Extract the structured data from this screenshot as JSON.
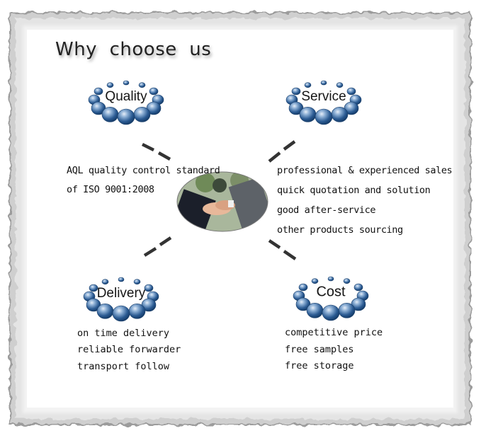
{
  "title": "Why  choose  us",
  "quality": {
    "label": "Quality",
    "lines": [
      "AQL quality control standard",
      "of ISO 9001:2008"
    ]
  },
  "service": {
    "label": "Service",
    "lines": [
      "professional & experienced sales",
      "quick quotation and solution",
      "good after-service",
      "other products sourcing"
    ]
  },
  "delivery": {
    "label": "Delivery",
    "lines": [
      "on time delivery",
      "reliable forwarder",
      "transport follow"
    ]
  },
  "cost": {
    "label": "Cost",
    "lines": [
      "competitive price",
      "free samples",
      "free storage"
    ]
  },
  "colors": {
    "bead_dark": "#1f4f88",
    "bead_light": "#d7e4f2",
    "frame_edge": "#9a9a9a"
  },
  "center_image": "handshake-photo"
}
